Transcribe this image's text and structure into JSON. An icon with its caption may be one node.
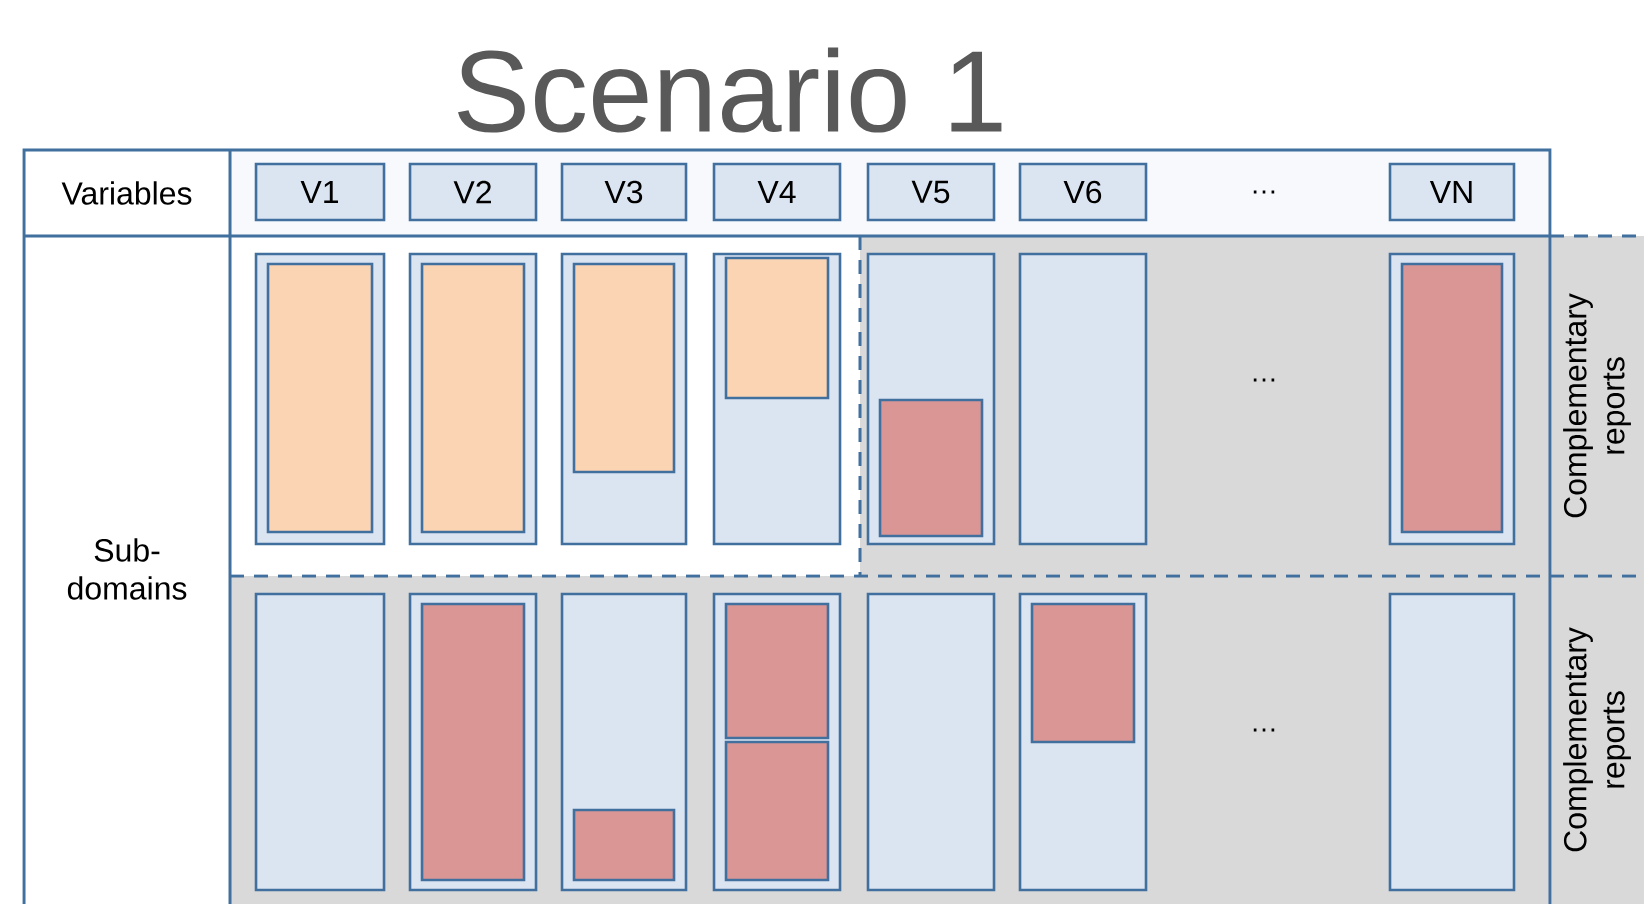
{
  "diagram": {
    "title": "Scenario 1",
    "nodes": [
      {
        "text": [
          "Variables"
        ]
      },
      {
        "text": [
          "V1"
        ]
      },
      {
        "text": [
          "V2"
        ]
      },
      {
        "text": [
          "V3"
        ]
      },
      {
        "text": [
          "V4"
        ]
      },
      {
        "text": [
          "V5"
        ]
      },
      {
        "text": [
          "V6"
        ]
      },
      {
        "text": [
          "VN"
        ]
      },
      {
        "text": [
          "Sub- domains"
        ]
      },
      {
        "text": [
          "Complementary reports"
        ]
      },
      {
        "text": [
          "Complementary reports"
        ]
      }
    ],
    "labels": [
      "…",
      "…",
      "…"
    ]
  }
}
